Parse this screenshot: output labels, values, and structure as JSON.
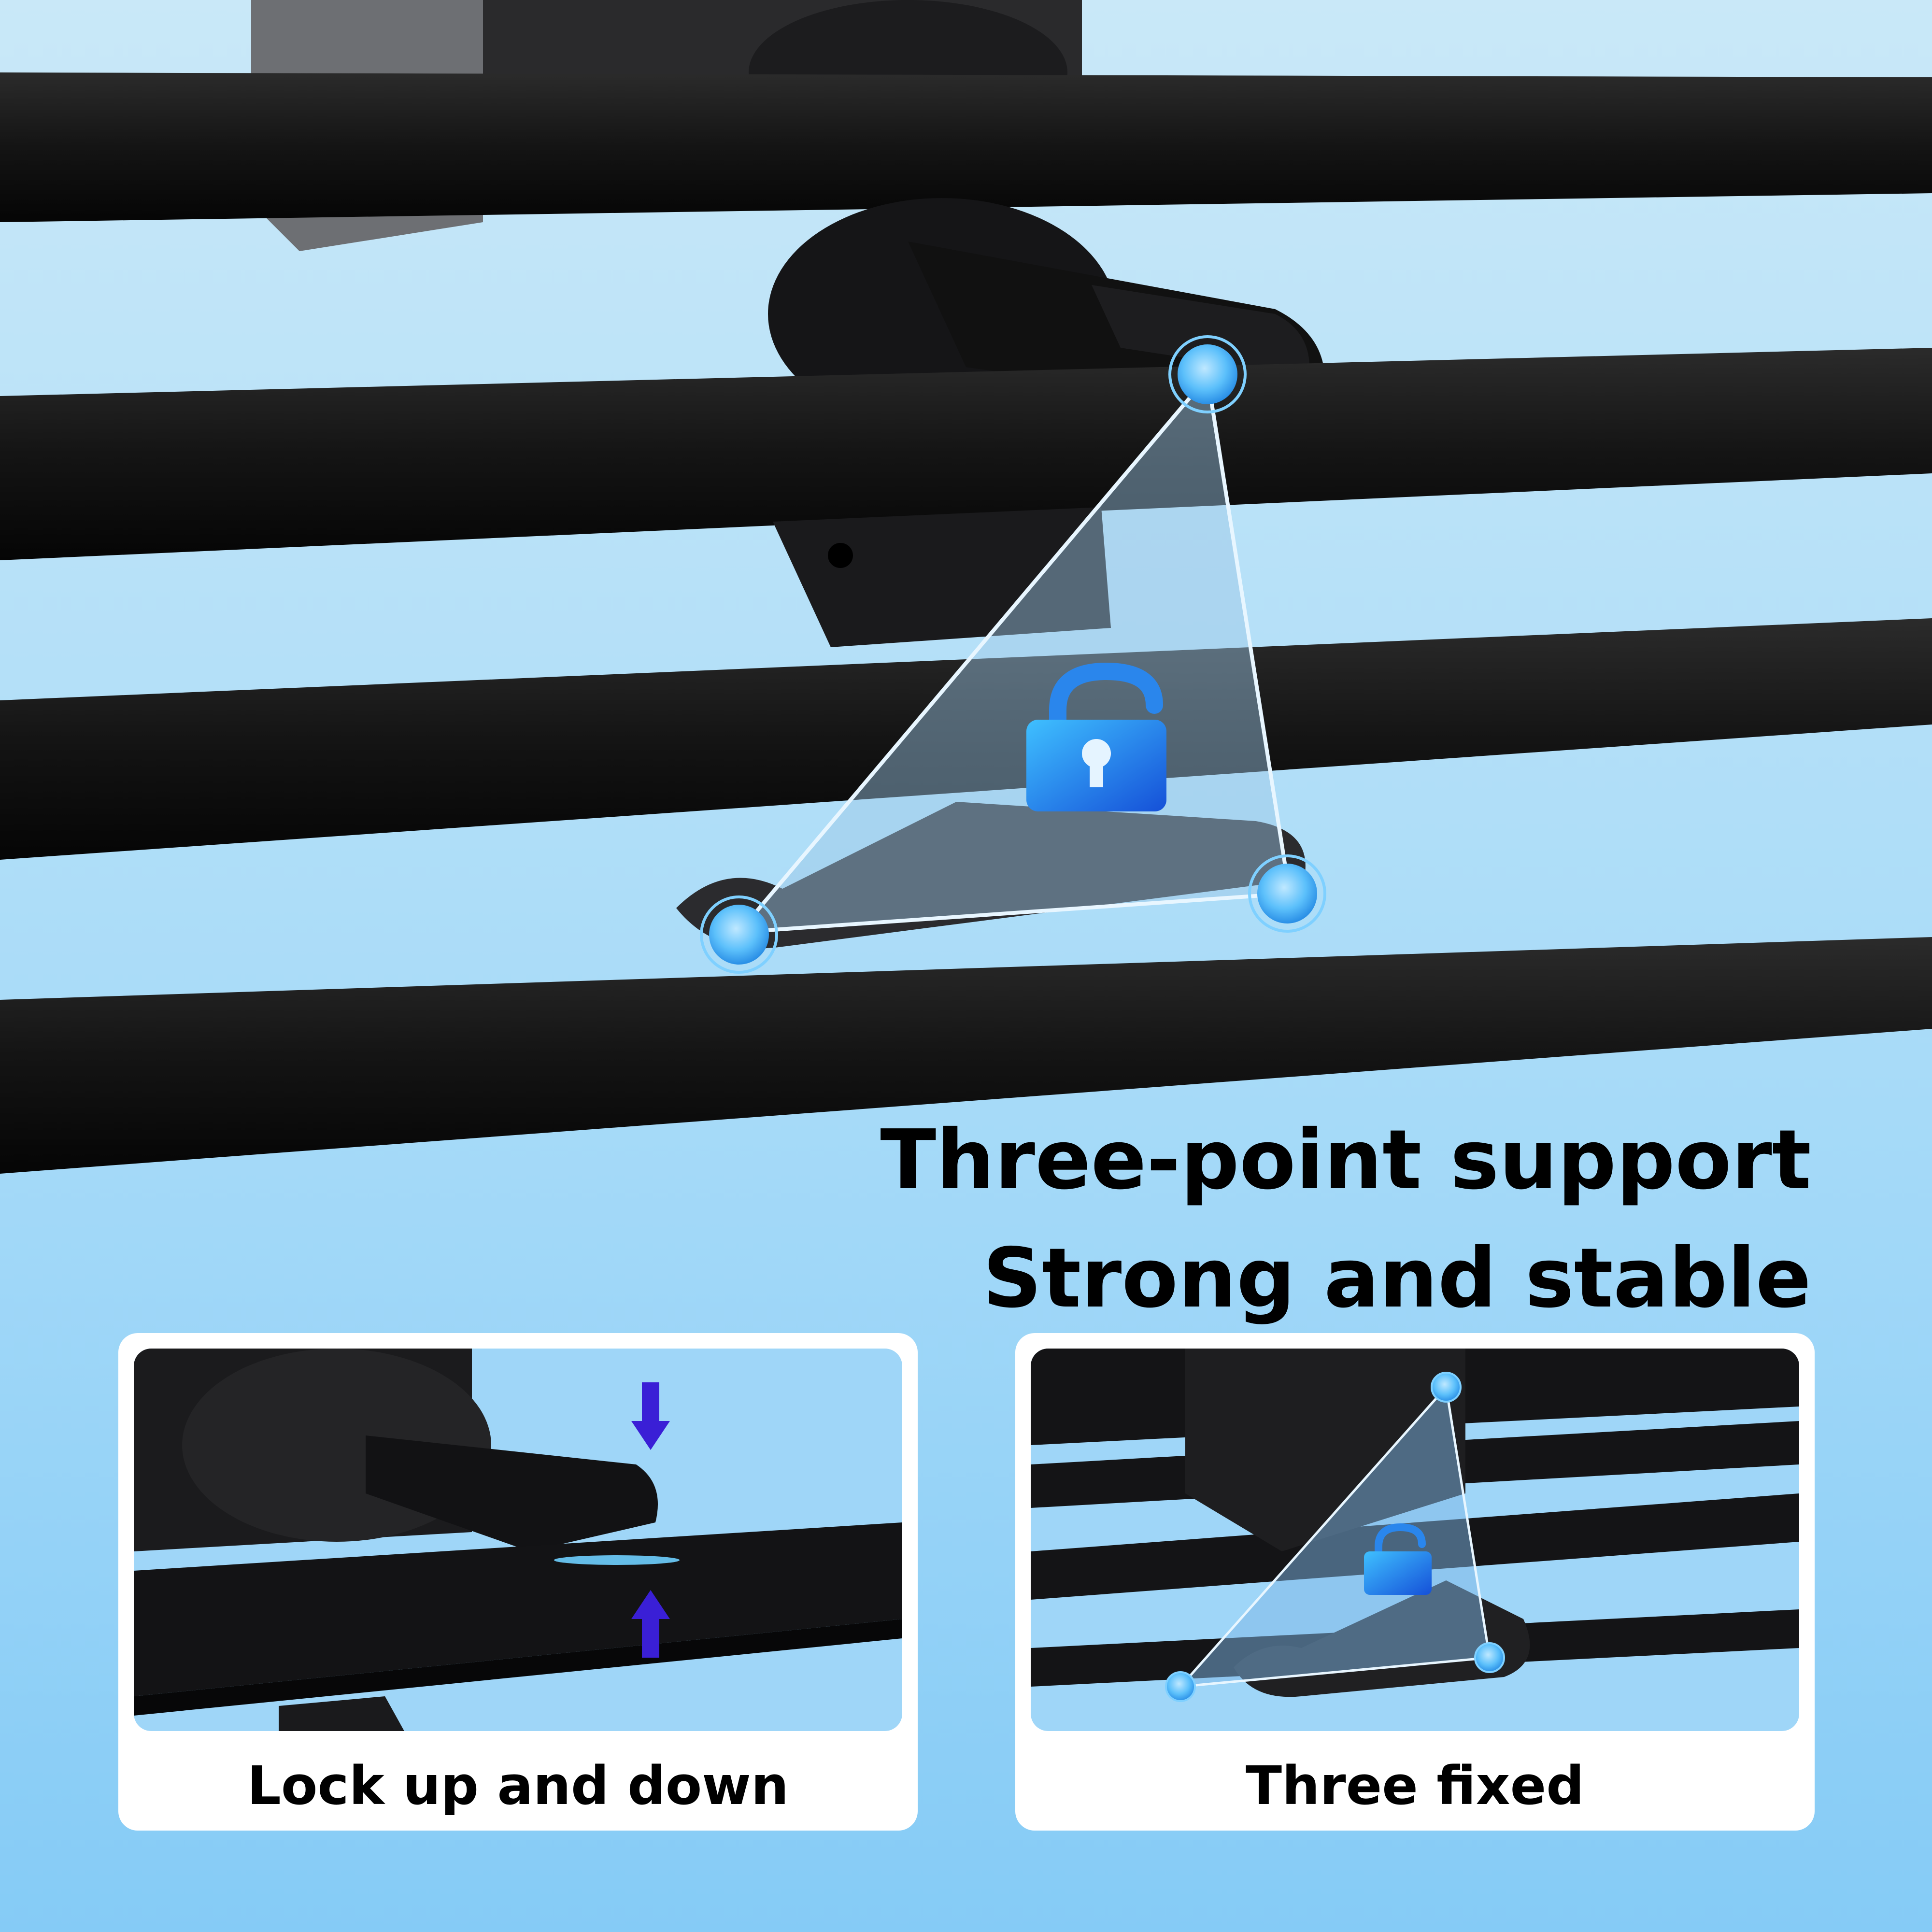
{
  "headline": {
    "line1": "Three-point support",
    "line2": "Strong and stable"
  },
  "cards": [
    {
      "caption": "Lock up and down"
    },
    {
      "caption": "Three fixed"
    }
  ],
  "colors": {
    "background_top": "#bfe4f7",
    "background_bottom": "#87cdf6",
    "vent_slat": "#111111",
    "accent_blue": "#3fa9f5",
    "lock_blue": "#1e6fe0",
    "arrow_blue": "#3a1fd6"
  },
  "icons": [
    "lock-icon",
    "down-arrow-icon",
    "up-arrow-icon",
    "contact-point-icon"
  ]
}
